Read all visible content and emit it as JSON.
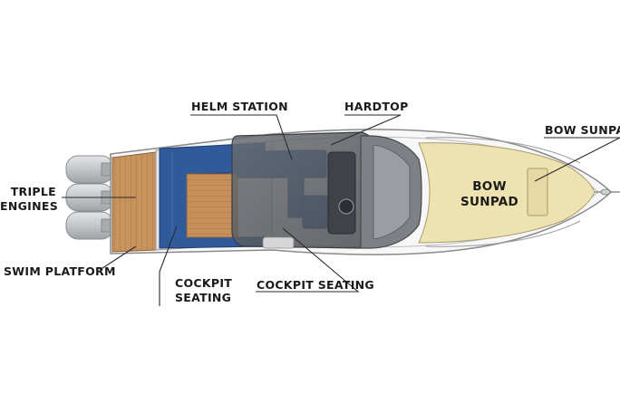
{
  "labels": {
    "helm_station": "HELM STATION",
    "hardtop": "HARDTOP",
    "bow_sunpad_callout": "BOW SUNPAD",
    "bow_sunpad_line1": "BOW",
    "bow_sunpad_line2": "SUNPAD",
    "triple_engines_line1": "TRIPLE",
    "triple_engines_line2": "ENGINES",
    "swim_platform": "SWIM PLATFORM",
    "cockpit_seating_left_line1": "COCKPIT",
    "cockpit_seating_left_line2": "SEATING",
    "cockpit_seating_right": "COCKPIT SEATING"
  },
  "colors": {
    "hull": "#f7f7f7",
    "hull_outline": "#8a8a8a",
    "teak": "#c9935e",
    "upholstery_blue": "#2f5a9c",
    "hardtop_gray": "#5a5d62",
    "windshield": "#7d8085",
    "bow_pad": "#eee2b0",
    "engine": "#c7c9cc",
    "leader_line": "#2a2a2a"
  }
}
